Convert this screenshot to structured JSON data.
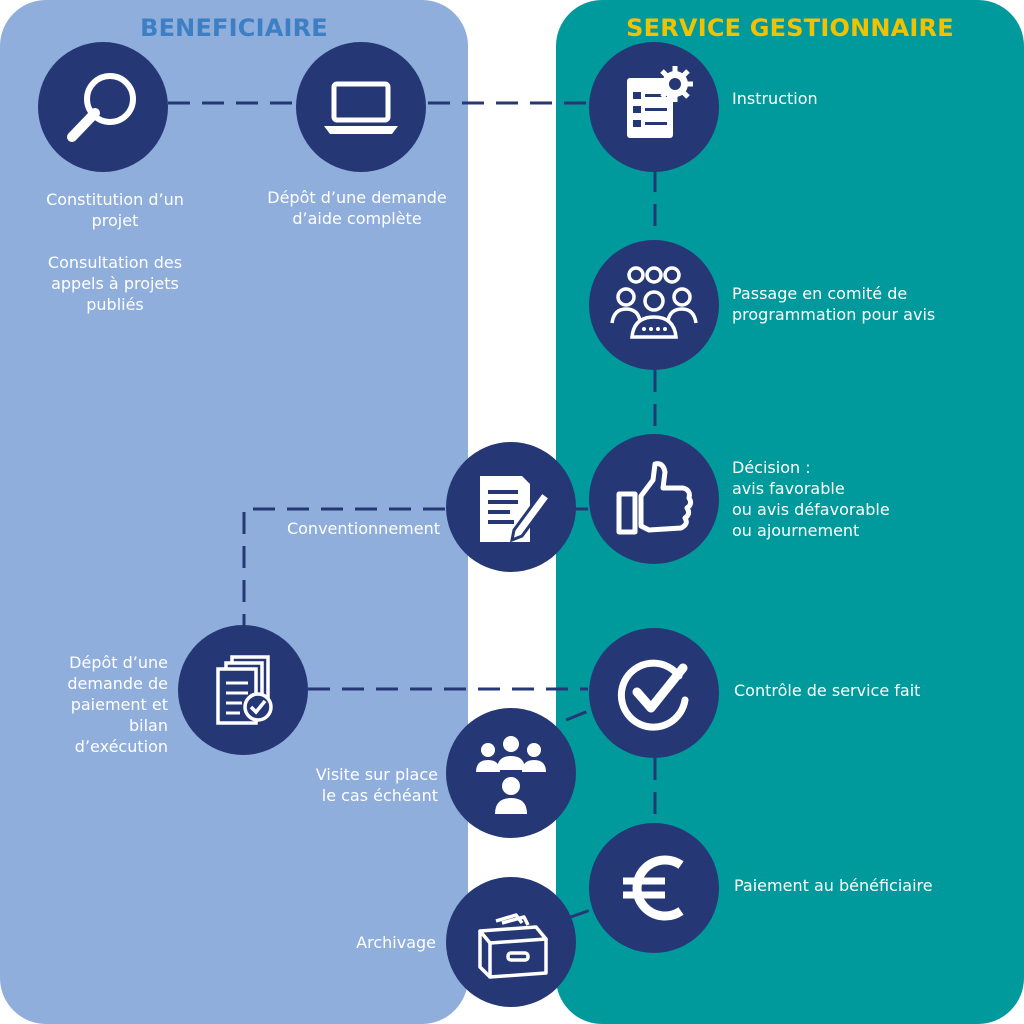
{
  "colors": {
    "left_panel": "#8faedc",
    "right_panel": "#009a9c",
    "node": "#263775",
    "left_title": "#3c7fc4",
    "right_title": "#f2c200",
    "text": "#ffffff"
  },
  "titles": {
    "left": "BENEFICIAIRE",
    "right": "SERVICE GESTIONNAIRE"
  },
  "steps": [
    {
      "icon": "magnifier-icon",
      "lines": [
        "Constitution d’un",
        "projet"
      ]
    },
    {
      "icon": "laptop-icon",
      "lines": [
        "Dépôt d’une demande",
        "d’aide complète"
      ]
    },
    {
      "icon": "checklist-gear-icon",
      "lines": [
        "Instruction"
      ]
    },
    {
      "icon": "committee-group-icon",
      "lines": [
        "Passage en comité de",
        "programmation pour avis"
      ]
    },
    {
      "icon": "thumbs-up-icon",
      "lines": [
        "Décision :",
        "avis favorable",
        "ou avis défavorable",
        "ou ajournement"
      ]
    },
    {
      "icon": "document-pen-icon",
      "lines": [
        "Conventionnement"
      ]
    },
    {
      "icon": "documents-check-icon",
      "lines": [
        "Dépôt d’une",
        "demande de",
        "paiement et",
        "bilan",
        "d’exécution"
      ]
    },
    {
      "icon": "check-circle-icon",
      "lines": [
        "Contrôle de service fait"
      ]
    },
    {
      "icon": "people-visit-icon",
      "lines": [
        "Visite sur place",
        "le cas échéant"
      ]
    },
    {
      "icon": "euro-icon",
      "lines": [
        "Paiement au bénéficiaire"
      ]
    },
    {
      "icon": "archive-box-icon",
      "lines": [
        "Archivage"
      ]
    }
  ],
  "extra_note": {
    "lines": [
      "Consultation des",
      "appels à projets",
      "publiés"
    ]
  }
}
